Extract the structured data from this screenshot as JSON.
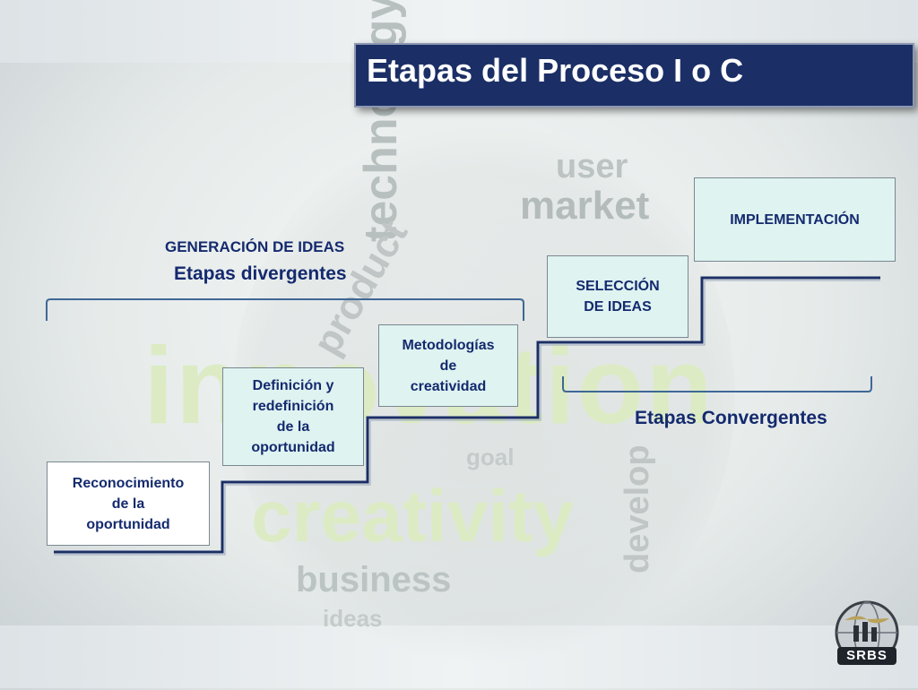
{
  "slide": {
    "title": "Etapas del Proceso I o C",
    "divergent_heading": "GENERACIÓN DE IDEAS",
    "divergent_subheading": "Etapas divergentes",
    "convergent_label": "Etapas Convergentes"
  },
  "steps": [
    {
      "lines": [
        "Reconocimiento",
        "de la",
        "oportunidad"
      ]
    },
    {
      "lines": [
        "Definición y",
        "redefinición",
        "de la",
        "oportunidad"
      ]
    },
    {
      "lines": [
        "Metodologías",
        "de",
        "creatividad"
      ]
    },
    {
      "lines": [
        "SELECCIÓN",
        "DE IDEAS"
      ]
    },
    {
      "lines": [
        "IMPLEMENTACIÓN"
      ]
    }
  ],
  "background_words": {
    "innovation": "innovation",
    "creativity": "creativity",
    "technology": "technology",
    "market": "market",
    "business": "business",
    "product": "product",
    "develop": "develop",
    "user": "user",
    "ideas": "ideas",
    "goal": "goal"
  },
  "logo": {
    "text": "SRBS"
  },
  "colors": {
    "title_bg": "#1b2f66",
    "text_navy": "#142a6e",
    "stair_line": "#1b2f66",
    "bracket": "#3f6796",
    "box_teal": "#dff3f1",
    "word_green": "#dcebc4"
  }
}
